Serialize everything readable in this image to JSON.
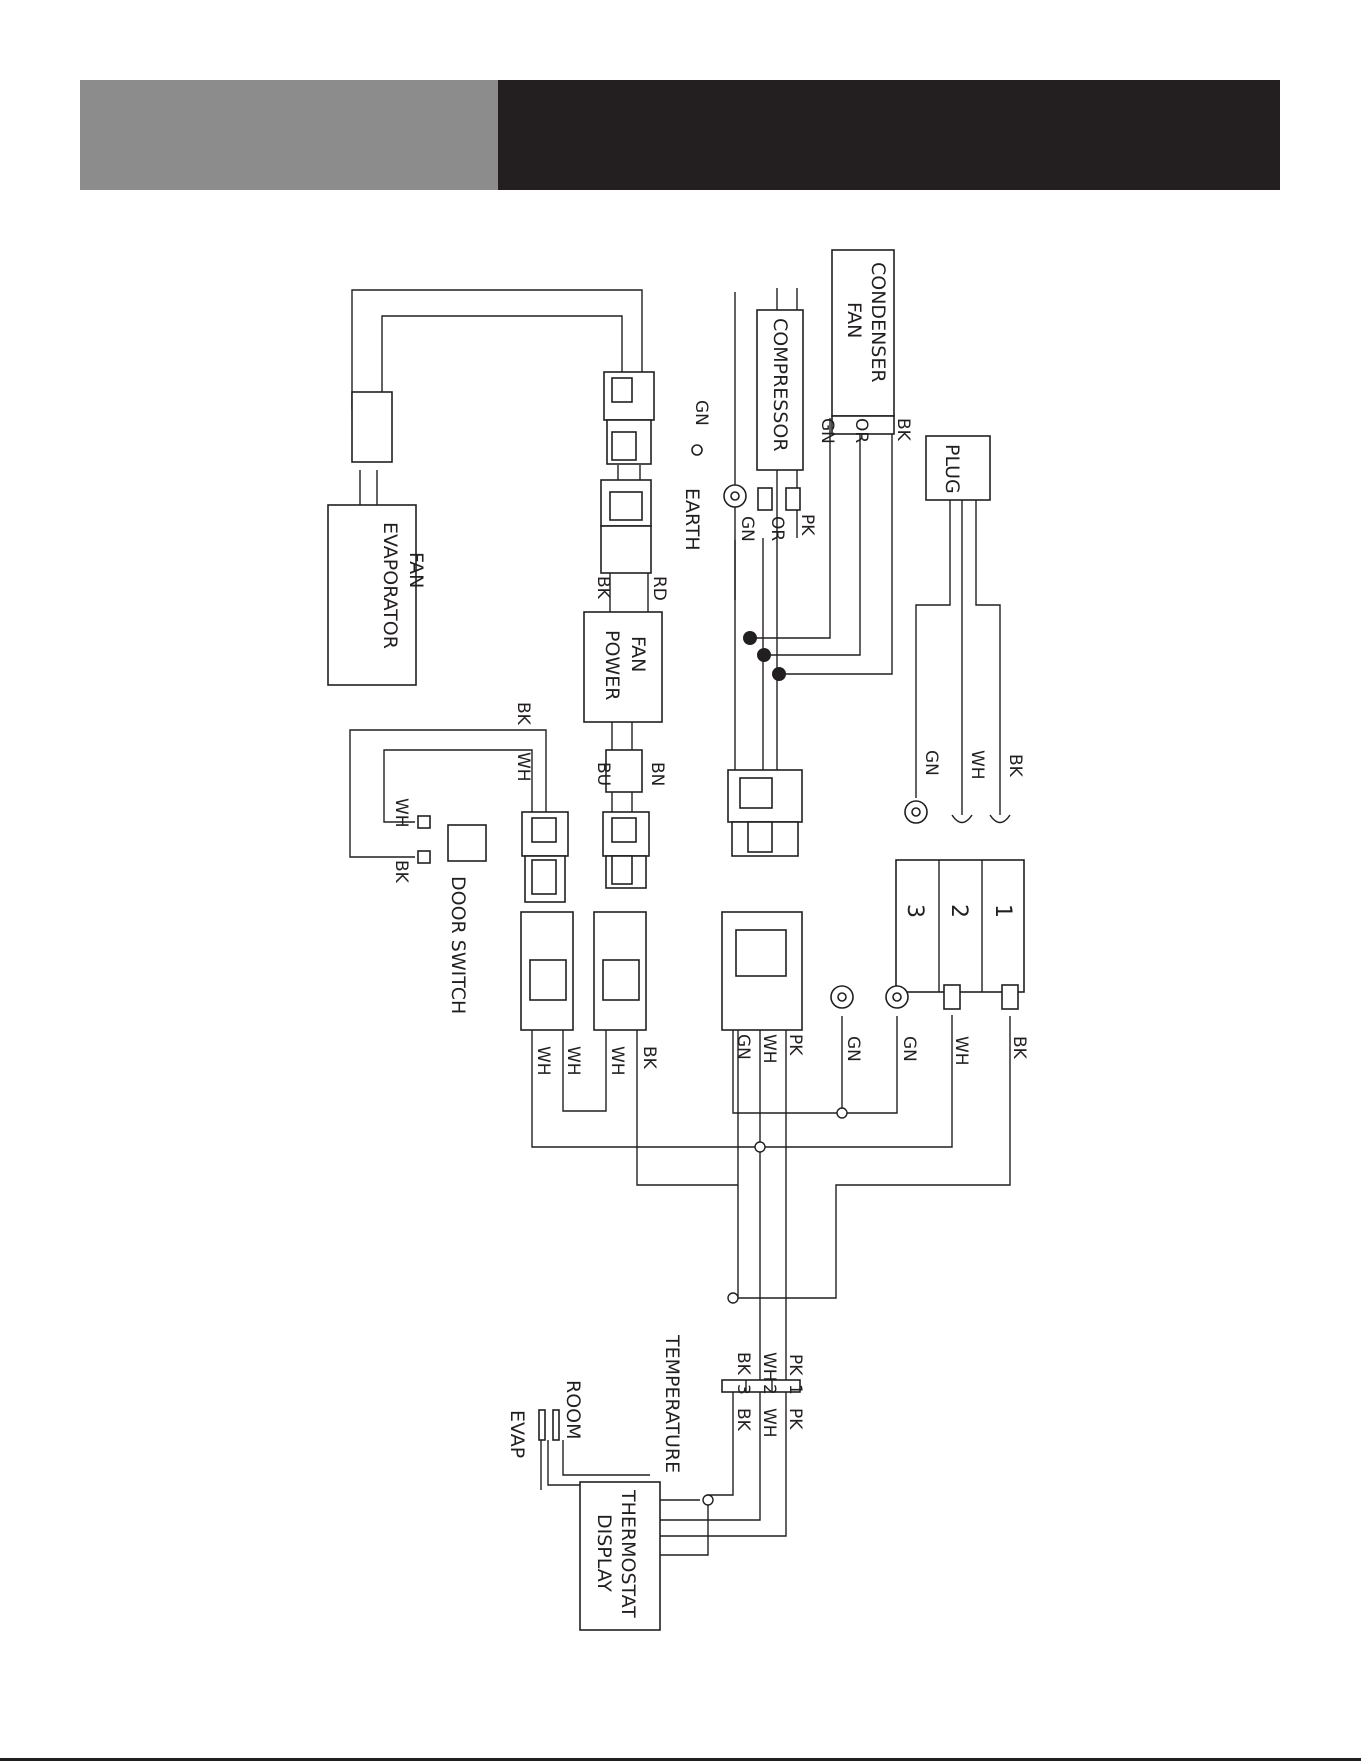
{
  "header": {
    "left_color": "#8c8c8c",
    "right_color": "#231f20"
  },
  "components": {
    "condenser_fan": "CONDENSER\nFAN",
    "compressor": "COMPRESSOR",
    "plug": "PLUG",
    "evaporator_fan": "EVAPORATOR\nFAN",
    "fan_power": "FAN\nPOWER",
    "door_switch": "DOOR SWITCH",
    "earth": "EARTH",
    "thermostat_display": "THERMOSTAT\nDISPLAY",
    "temperature": "TEMPERATURE",
    "room": "ROOM",
    "evap": "EVAP"
  },
  "terminal_block": [
    "1",
    "2",
    "3"
  ],
  "wire_labels": {
    "condenser_bk": "BK",
    "condenser_or": "OR",
    "condenser_gn": "GN",
    "compressor_pk": "PK",
    "compressor_or": "OR",
    "compressor_gn": "GN",
    "earth_gn": "GN",
    "fan_power_rd": "RD",
    "fan_power_bk": "BK",
    "fan_power_bn": "BN",
    "fan_power_bu": "BU",
    "door_bk_top": "BK",
    "door_wh_top": "WH",
    "door_wh_term": "WH",
    "door_bk_term": "BK",
    "plug_gn": "GN",
    "plug_wh": "WH",
    "plug_bk": "BK",
    "conn_a_wh": "WH",
    "conn_b_wh": "WH",
    "conn_b2_wh": "WH",
    "conn_b_bk": "BK",
    "conn_c_gn": "GN",
    "conn_c_wh": "WH",
    "conn_c_pk": "PK",
    "ring_gn_1": "GN",
    "ring_gn_2": "GN",
    "spade_wh": "WH",
    "spade_bk": "BK",
    "temp_in_pk": "PK",
    "temp_in_wh": "WH",
    "temp_in_bk": "BK",
    "temp_num_1": "1",
    "temp_num_2": "2",
    "temp_num_3": "3",
    "temp_out_pk": "PK",
    "temp_out_wh": "WH",
    "temp_out_bk": "BK"
  }
}
